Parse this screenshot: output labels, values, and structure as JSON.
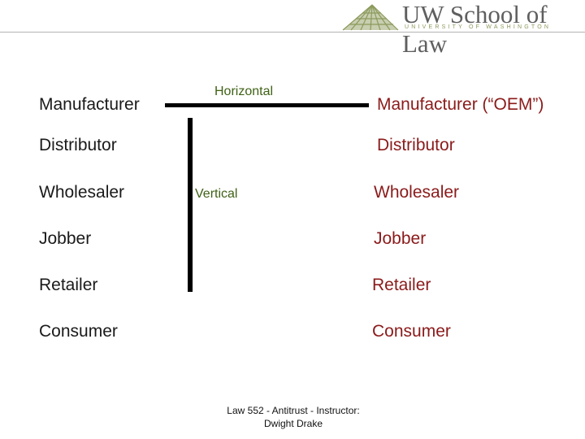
{
  "header": {
    "logo_text": "UW School of Law",
    "logo_subtext": "UNIVERSITY OF WASHINGTON"
  },
  "diagram": {
    "horizontal_label": "Horizontal",
    "vertical_label": "Vertical",
    "left_chain": [
      "Manufacturer",
      "Distributor",
      "Wholesaler",
      "Jobber",
      "Retailer",
      "Consumer"
    ],
    "right_chain": [
      "Manufacturer (“OEM”)",
      "Distributor",
      "Wholesaler",
      "Jobber",
      "Retailer",
      "Consumer"
    ],
    "colors": {
      "left_text": "#1a1a1a",
      "right_text": "#8b1a1a",
      "axis_label": "#3f6115",
      "logo_green": "#8c9a5c"
    }
  },
  "footer": {
    "line1": "Law 552 - Antitrust - Instructor:",
    "line2": "Dwight Drake"
  }
}
